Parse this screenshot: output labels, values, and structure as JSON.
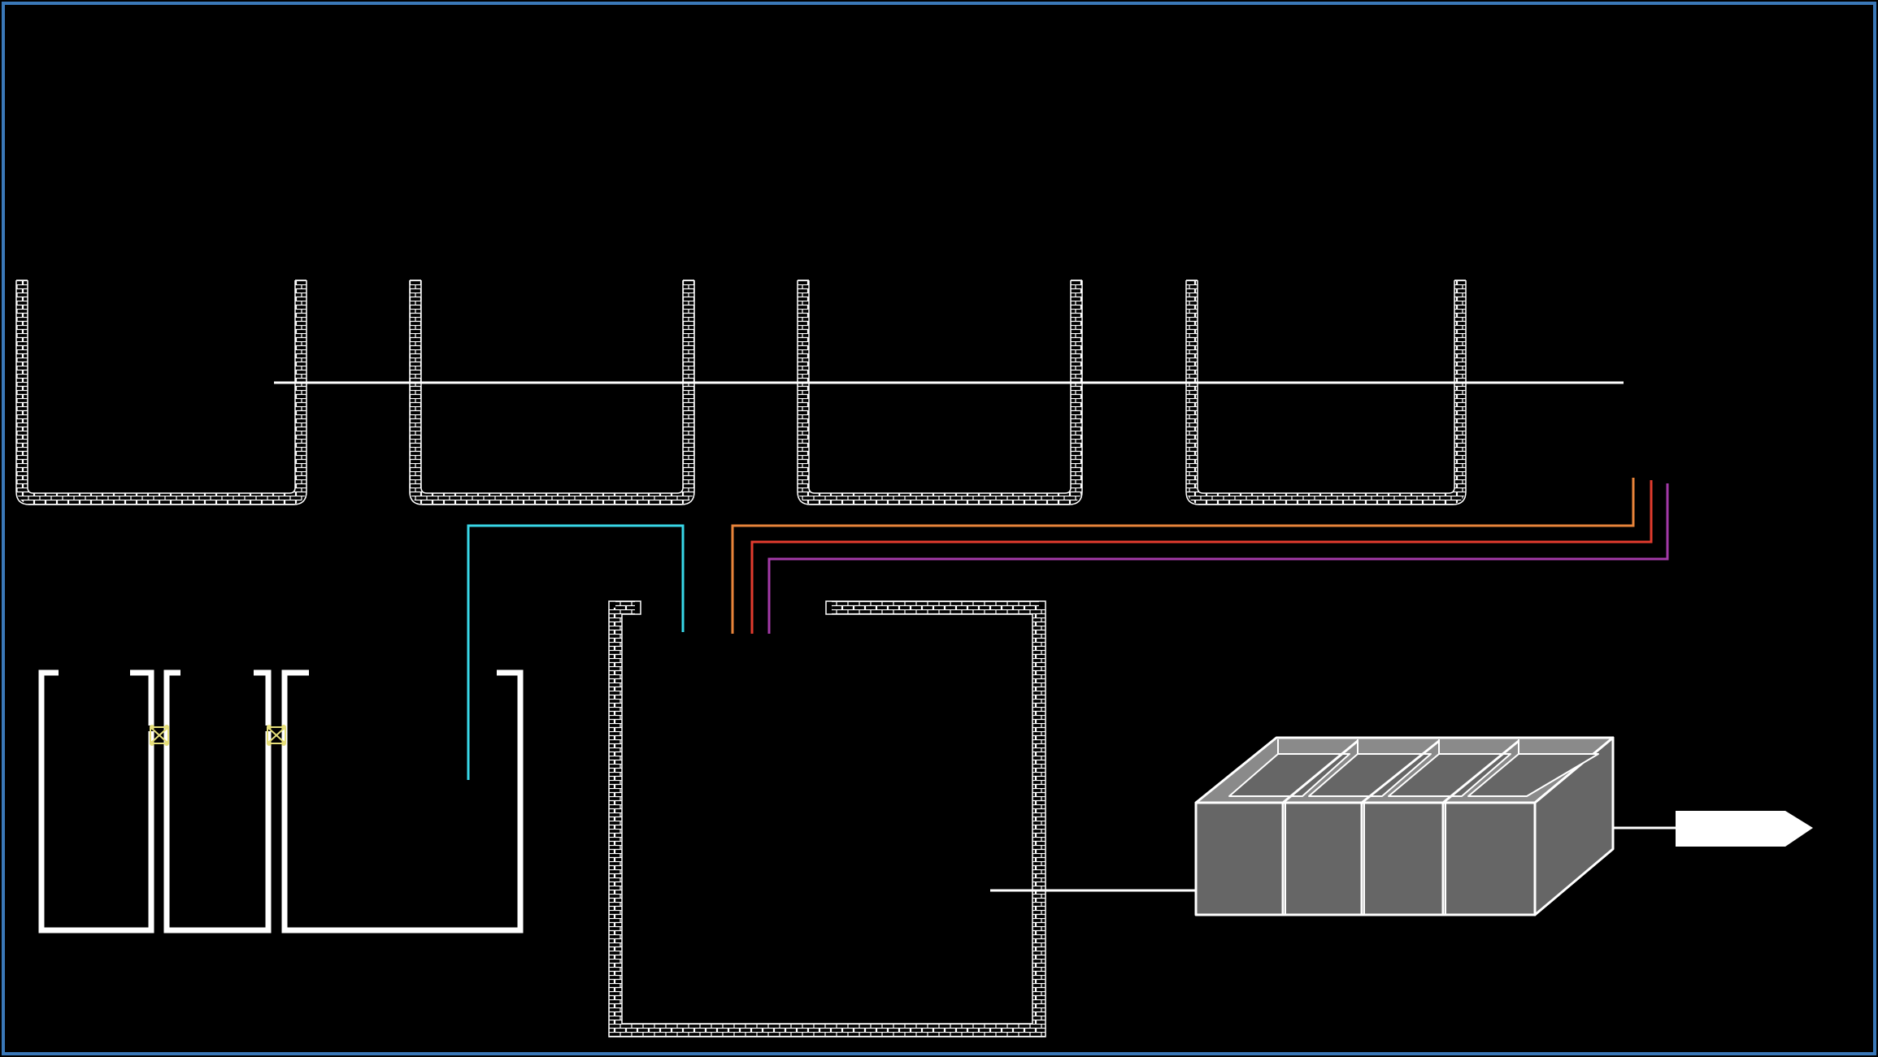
{
  "colors": {
    "background": "#000000",
    "frame": "#3a78b8",
    "line": "#ffffff",
    "brick_stroke": "#ffffff",
    "pipe_cyan": "#38d7e8",
    "pipe_orange": "#e8843a",
    "pipe_red": "#e23b2e",
    "pipe_purple": "#a33aa8",
    "valve": "#e6df7a",
    "box_face": "#666666",
    "box_top": "#8a8a8a",
    "outlet": "#ffffff"
  },
  "icons": {
    "valve_left": "valve-icon",
    "valve_right": "valve-icon",
    "outlet_nozzle": "outlet-nozzle-icon"
  },
  "diagram": {
    "brick_tanks_top_count": 4,
    "open_channels_count": 3,
    "filter_compartments_count": 4,
    "colored_pipes": [
      "cyan",
      "orange",
      "red",
      "purple"
    ]
  }
}
